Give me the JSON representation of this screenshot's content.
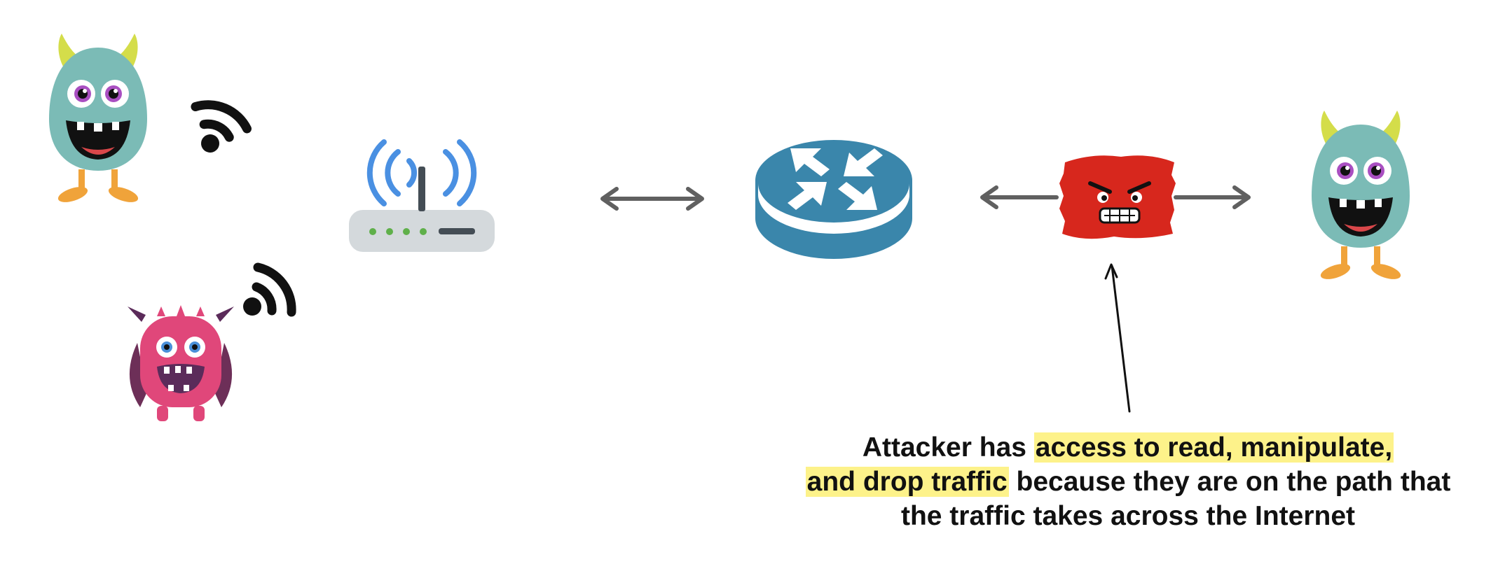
{
  "caption": {
    "line1_a": "Attacker has ",
    "line1_hl": "access to read, manipulate,",
    "line2_hl": "and drop traffic",
    "line2_b": " because they are on the path that",
    "line3": "the traffic takes across the Internet",
    "highlight_color": "#fdf28a"
  },
  "icons": {
    "sender": "green-monster-icon",
    "wifi_user": "pink-monster-icon",
    "access_point": "wifi-router-icon",
    "core": "router-icon",
    "attacker": "angry-red-face-icon",
    "receiver": "green-monster-icon"
  },
  "colors": {
    "monster_green": "#7bbbb6",
    "horn": "#d4dd4a",
    "feet": "#f0a33a",
    "pink_monster": "#e0477a",
    "wifi_blue": "#4a90e2",
    "router_blue": "#3a86ab",
    "attacker_red": "#d7271d",
    "arrow_gray": "#606060"
  }
}
